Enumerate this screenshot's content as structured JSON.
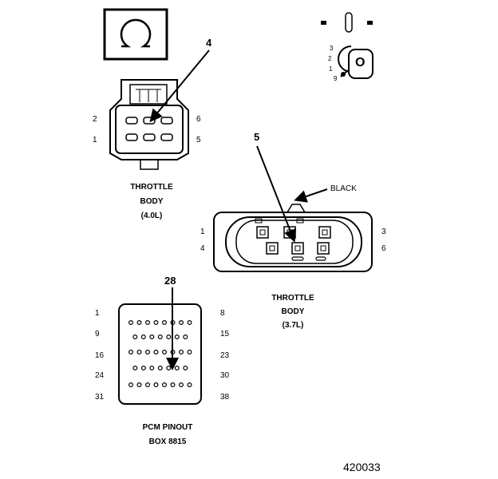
{
  "ohm_symbol": "Ω",
  "connector_4_0": {
    "callout": "4",
    "pins": {
      "top_left": "2",
      "bottom_left": "1",
      "top_right": "6",
      "bottom_right": "5"
    },
    "caption": [
      "THROTTLE",
      "BODY",
      "(4.0L)"
    ]
  },
  "meter_dial": {
    "labels": [
      "3",
      "2",
      "1",
      "9"
    ],
    "center": "O"
  },
  "connector_3_7": {
    "callout": "5",
    "color_label": "BLACK",
    "pins": {
      "top_left": "1",
      "bottom_left": "4",
      "top_right": "3",
      "bottom_right": "6"
    },
    "caption": [
      "THROTTLE",
      "BODY",
      "(3.7L)"
    ]
  },
  "pcm": {
    "callout": "28",
    "row_left": [
      "1",
      "9",
      "16",
      "24",
      "31"
    ],
    "row_right": [
      "8",
      "15",
      "23",
      "30",
      "38"
    ],
    "caption": [
      "PCM PINOUT",
      "BOX 8815"
    ]
  },
  "figure_id": "420033"
}
